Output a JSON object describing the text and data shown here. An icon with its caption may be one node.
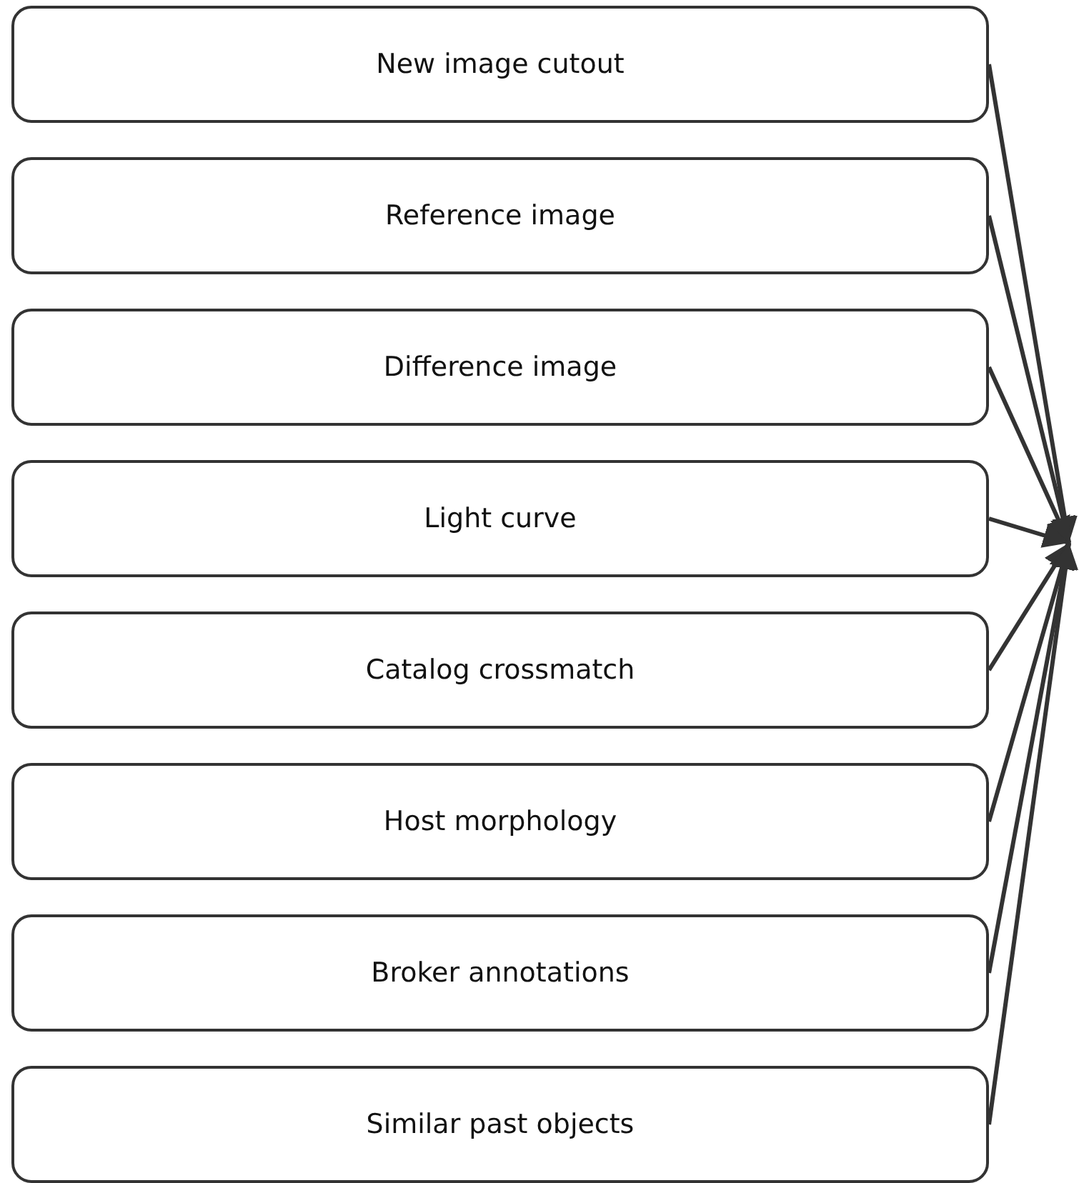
{
  "diagram": {
    "nodes": [
      {
        "text": [
          "New image cutout"
        ]
      },
      {
        "text": [
          "Reference image"
        ]
      },
      {
        "text": [
          "Difference image"
        ]
      },
      {
        "text": [
          "Light curve"
        ]
      },
      {
        "text": [
          "Catalog crossmatch"
        ]
      },
      {
        "text": [
          "Host morphology"
        ]
      },
      {
        "text": [
          "Broker annotations"
        ]
      },
      {
        "text": [
          "Similar past objects"
        ]
      }
    ],
    "edges": [
      {
        "from": 0,
        "to": null,
        "arrow": "to"
      },
      {
        "from": 1,
        "to": null,
        "arrow": "to"
      },
      {
        "from": 2,
        "to": null,
        "arrow": "to"
      },
      {
        "from": 3,
        "to": null,
        "arrow": "to"
      },
      {
        "from": 4,
        "to": null,
        "arrow": "to"
      },
      {
        "from": 5,
        "to": null,
        "arrow": "to"
      },
      {
        "from": 6,
        "to": null,
        "arrow": "to"
      },
      {
        "from": 7,
        "to": null,
        "arrow": "to"
      }
    ]
  }
}
